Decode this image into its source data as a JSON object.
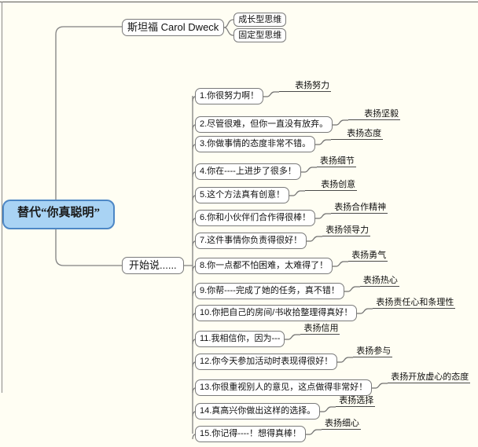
{
  "canvas": {
    "background": "#fffef3",
    "frame_color": "#8a8a8a",
    "wire_color": "#808080"
  },
  "root": {
    "label": "替代“你真聪明”",
    "fill": "#a9d3f4",
    "border": "#4d87c5"
  },
  "branches": {
    "dweck": {
      "label": "斯坦福 Carol Dweck",
      "children": [
        {
          "label": "成长型思维"
        },
        {
          "label": "固定型思维"
        }
      ]
    },
    "start": {
      "label": "开始说......"
    }
  },
  "items": [
    {
      "text": "1.你很努力啊！",
      "tag": "表扬努力",
      "dash": true
    },
    {
      "text": "2.尽管很难，但你一直没有放弃。",
      "tag": "表扬坚毅",
      "dash": true
    },
    {
      "text": "3.你做事情的态度非常不错。",
      "tag": "表扬态度",
      "dash": true
    },
    {
      "text": "4.你在----上进步了很多！",
      "tag": "表扬细节",
      "dash": false
    },
    {
      "text": "5.这个方法真有创意！",
      "tag": "表扬创意",
      "dash": true
    },
    {
      "text": "6.你和小伙伴们合作得很棒！",
      "tag": "表扬合作精神",
      "dash": false
    },
    {
      "text": "7.这件事情你负责得很好！",
      "tag": "表扬领导力",
      "dash": false
    },
    {
      "text": "8.你一点都不怕困难，太难得了！",
      "tag": "表扬勇气",
      "dash": false
    },
    {
      "text": "9.你帮----完成了她的任务，真不错！",
      "tag": "表扬热心",
      "dash": false
    },
    {
      "text": "10.你把自己的房间/书收拾整理得真好！",
      "tag": "表扬责任心和条理性",
      "dash": false
    },
    {
      "text": "11.我相信你，因为---",
      "tag": "表扬信用",
      "dash": false
    },
    {
      "text": "12.你今天参加活动时表现得很好！",
      "tag": "表扬参与",
      "dash": false
    },
    {
      "text": "13.你很重视别人的意见，这点做得非常好！",
      "tag": "表扬开放虚心的态度",
      "dash": false
    },
    {
      "text": "14.真高兴你做出这样的选择。",
      "tag": "表扬选择",
      "dash": false
    },
    {
      "text": "15.你记得----！想得真棒！",
      "tag": "表扬细心",
      "dash": false
    }
  ]
}
